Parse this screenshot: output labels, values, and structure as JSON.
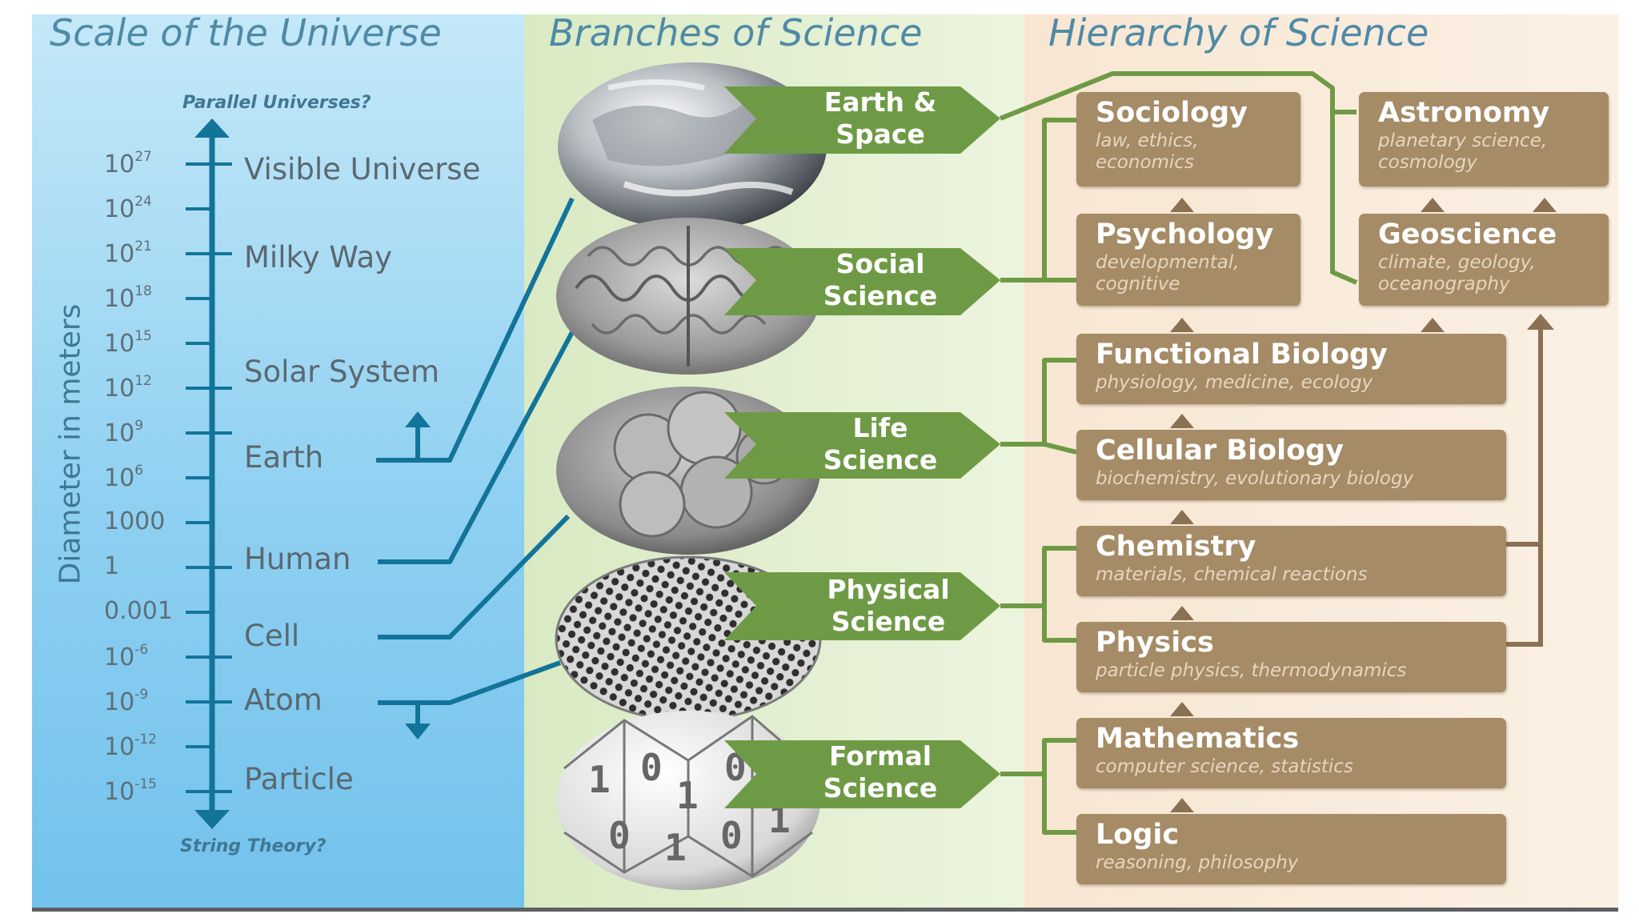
{
  "scale": {
    "title": "Scale of the Universe",
    "top_note": "Parallel Universes?",
    "bottom_note": "String Theory?",
    "axis_label": "Diameter in meters",
    "ticks": [
      {
        "base": "10",
        "exp": "27"
      },
      {
        "base": "10",
        "exp": "24"
      },
      {
        "base": "10",
        "exp": "21"
      },
      {
        "base": "10",
        "exp": "18"
      },
      {
        "base": "10",
        "exp": "15"
      },
      {
        "base": "10",
        "exp": "12"
      },
      {
        "base": "10",
        "exp": "9"
      },
      {
        "base": "10",
        "exp": "6"
      },
      {
        "base": "1000",
        "exp": ""
      },
      {
        "base": "1",
        "exp": ""
      },
      {
        "base": "0.001",
        "exp": ""
      },
      {
        "base": "10",
        "exp": "-6"
      },
      {
        "base": "10",
        "exp": "-9"
      },
      {
        "base": "10",
        "exp": "-12"
      },
      {
        "base": "10",
        "exp": "-15"
      }
    ],
    "labels": [
      "Visible Universe",
      "Milky Way",
      "Solar System",
      "Earth",
      "Human",
      "Cell",
      "Atom",
      "Particle"
    ]
  },
  "branches": {
    "title": "Branches of Science",
    "items": [
      {
        "label": "Earth &\nSpace",
        "image": "earth-globe-icon"
      },
      {
        "label": "Social\nScience",
        "image": "brain-icon"
      },
      {
        "label": "Life\nScience",
        "image": "cell-embryo-icon"
      },
      {
        "label": "Physical\nScience",
        "image": "atomic-lattice-icon"
      },
      {
        "label": "Formal\nScience",
        "image": "binary-sphere-icon"
      }
    ]
  },
  "hierarchy": {
    "title": "Hierarchy of Science",
    "boxes": [
      {
        "name": "Sociology",
        "sub": "law, ethics, economics"
      },
      {
        "name": "Astronomy",
        "sub": "planetary science, cosmology"
      },
      {
        "name": "Psychology",
        "sub": "developmental, cognitive"
      },
      {
        "name": "Geoscience",
        "sub": "climate, geology, oceanography"
      },
      {
        "name": "Functional Biology",
        "sub": "physiology, medicine, ecology"
      },
      {
        "name": "Cellular Biology",
        "sub": "biochemistry, evolutionary biology"
      },
      {
        "name": "Chemistry",
        "sub": "materials, chemical reactions"
      },
      {
        "name": "Physics",
        "sub": "particle physics, thermodynamics"
      },
      {
        "name": "Mathematics",
        "sub": "computer science, statistics"
      },
      {
        "name": "Logic",
        "sub": "reasoning, philosophy"
      }
    ]
  },
  "colors": {
    "scale_panel_top": "#bfe6f7",
    "scale_panel_bottom": "#7ec9ef",
    "branches_panel": "#e3efcf",
    "hierarchy_panel": "#f8e9d8",
    "axis_blue": "#13749a",
    "branch_green": "#6f9a45",
    "hierarchy_brown": "#a58b66",
    "connector_brown": "#8a7152"
  }
}
